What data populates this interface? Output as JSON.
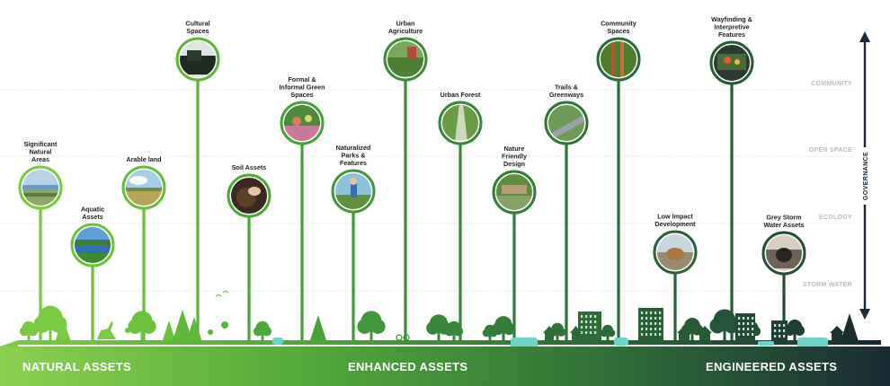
{
  "bands": [
    "COMMUNITY",
    "OPEN SPACE",
    "ECOLOGY",
    "STORM WATER"
  ],
  "governance": "GOVERNANCE",
  "sections": [
    "NATURAL ASSETS",
    "ENHANCED ASSETS",
    "ENGINEERED ASSETS"
  ],
  "assets": [
    {
      "label": [
        "Significant",
        "Natural",
        "Areas"
      ],
      "photo": "wetland-photo",
      "color": "#7ac943"
    },
    {
      "label": [
        "Aquatic",
        "Assets"
      ],
      "photo": "lake-photo",
      "color": "#6cc13d"
    },
    {
      "label": [
        "Arable land"
      ],
      "photo": "field-photo",
      "color": "#66bf3b"
    },
    {
      "label": [
        "Cultural",
        "Spaces"
      ],
      "photo": "cultural-photo",
      "color": "#5cb43a"
    },
    {
      "label": [
        "Soil Assets"
      ],
      "photo": "soil-photo",
      "color": "#4ea839"
    },
    {
      "label": [
        "Formal &",
        "Informal Green",
        "Spaces"
      ],
      "photo": "garden-photo",
      "color": "#48a03a"
    },
    {
      "label": [
        "Naturalized",
        "Parks &",
        "Features"
      ],
      "photo": "park-photo",
      "color": "#42963b"
    },
    {
      "label": [
        "Urban",
        "Agriculture"
      ],
      "photo": "agriculture-photo",
      "color": "#3c8d3b"
    },
    {
      "label": [
        "Urban Forest"
      ],
      "photo": "forest-photo",
      "color": "#38853b"
    },
    {
      "label": [
        "Nature",
        "Friendly",
        "Design"
      ],
      "photo": "design-photo",
      "color": "#347c3b"
    },
    {
      "label": [
        "Trails &",
        "Greenways"
      ],
      "photo": "trail-photo",
      "color": "#30723a"
    },
    {
      "label": [
        "Community",
        "Spaces"
      ],
      "photo": "community-photo",
      "color": "#2c6a39"
    },
    {
      "label": [
        "Low Impact",
        "Development"
      ],
      "photo": "lid-photo",
      "color": "#2a6238"
    },
    {
      "label": [
        "Wayfinding &",
        "Interpretive",
        "Features"
      ],
      "photo": "wayfinding-photo",
      "color": "#285a36"
    },
    {
      "label": [
        "Grey Storm",
        "Water Assets"
      ],
      "photo": "culvert-photo",
      "color": "#254f35"
    }
  ]
}
